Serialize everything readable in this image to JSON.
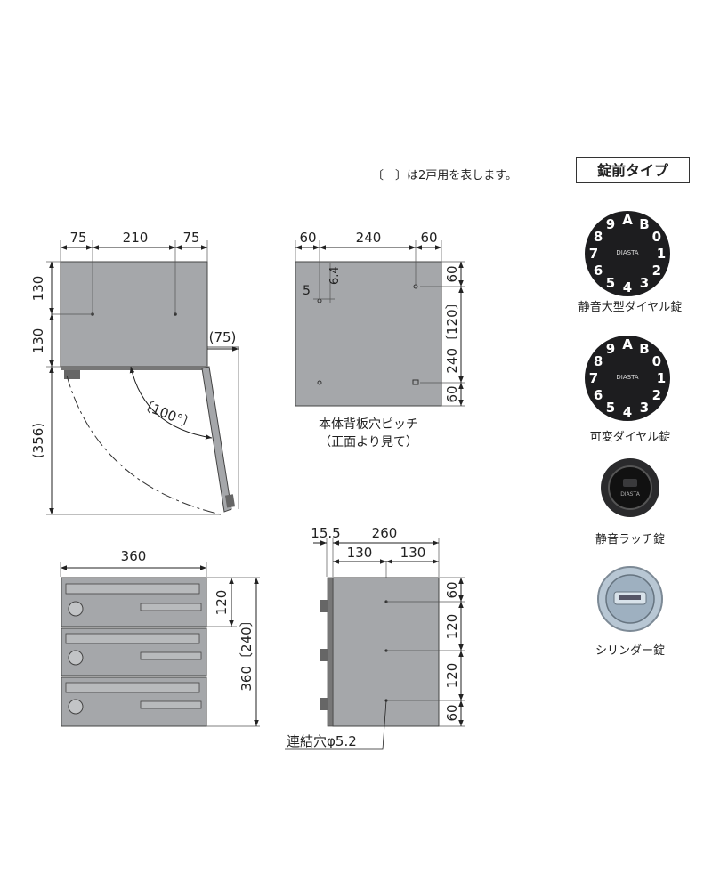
{
  "note": "〔　〕は2戸用を表します。",
  "lock_types": {
    "title": "錠前タイプ",
    "items": [
      {
        "label": "静音大型ダイヤル錠",
        "dial": "AB0123456789"
      },
      {
        "label": "可変ダイヤル錠",
        "dial": "AB0123456789"
      },
      {
        "label": "静音ラッチ錠"
      },
      {
        "label": "シリンダー錠"
      }
    ],
    "brand": "DIASTA"
  },
  "side_view": {
    "top_dims": [
      "75",
      "210",
      "75"
    ],
    "left_dims": [
      "130",
      "130"
    ],
    "door_width": "(75)",
    "depth": "(356)",
    "angle": "〔100°〕"
  },
  "back_view": {
    "top_dims": [
      "60",
      "240",
      "60"
    ],
    "small_dims": [
      "6.4",
      "5"
    ],
    "right_dims": [
      "60",
      "240〔120〕",
      "60"
    ],
    "caption_1": "本体背板穴ピッチ",
    "caption_2": "（正面より見て）"
  },
  "front_view": {
    "width": "360",
    "unit_height": "120",
    "total_height": "360〔240〕"
  },
  "side_section": {
    "top_dims": [
      "15.5",
      "260"
    ],
    "sub_dims": [
      "130",
      "130"
    ],
    "right_dims": [
      "60",
      "120",
      "120",
      "60"
    ],
    "hole_label": "連結穴φ5.2"
  }
}
